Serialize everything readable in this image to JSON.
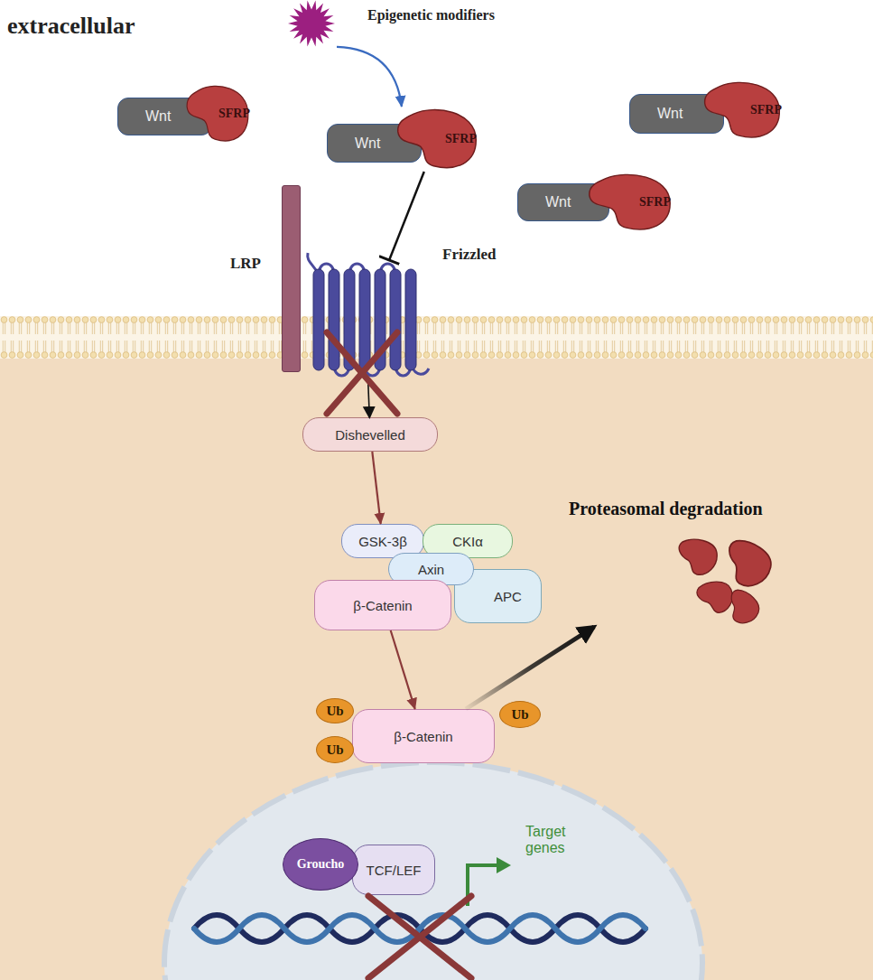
{
  "diagram": {
    "nodes": [
      {
        "text": [
          "Epigenetic modifiers"
        ]
      },
      {
        "text": [
          "Wnt"
        ]
      },
      {
        "text": [
          "SFRP"
        ]
      },
      {
        "text": [
          "Wnt"
        ]
      },
      {
        "text": [
          "SFRP"
        ]
      },
      {
        "text": [
          "Wnt"
        ]
      },
      {
        "text": [
          "SFRP"
        ]
      },
      {
        "text": [
          "Wnt"
        ]
      },
      {
        "text": [
          "SFRP"
        ]
      },
      {
        "text": [
          "LRP"
        ]
      },
      {
        "text": [
          "Frizzled"
        ]
      },
      {
        "text": [
          "Dishevelled"
        ]
      },
      {
        "text": [
          "Proteasomal degradation"
        ]
      },
      {
        "text": [
          "GSK-3β"
        ]
      },
      {
        "text": [
          "CKIα"
        ]
      },
      {
        "text": [
          "Axin"
        ]
      },
      {
        "text": [
          "APC"
        ]
      },
      {
        "text": [
          "β-Catenin"
        ]
      },
      {
        "text": [
          "Ub"
        ]
      },
      {
        "text": [
          "Ub"
        ]
      },
      {
        "text": [
          "β-Catenin"
        ]
      },
      {
        "text": [
          "Ub"
        ]
      },
      {
        "text": [
          "Groucho"
        ]
      },
      {
        "text": [
          "TCF/LEF"
        ]
      }
    ],
    "edges": [
      {
        "from": 0,
        "to": 4,
        "arrow": "to"
      },
      {
        "from": 4,
        "to": 10,
        "arrow": "to"
      },
      {
        "from": 10,
        "to": 11,
        "arrow": "to"
      },
      {
        "from": 11,
        "to": 13,
        "arrow": "to"
      },
      {
        "from": 17,
        "to": 20,
        "arrow": "to"
      },
      {
        "from": 20,
        "to": 12,
        "arrow": "to"
      }
    ],
    "labels": [
      "extracellular",
      "Target genes"
    ]
  }
}
